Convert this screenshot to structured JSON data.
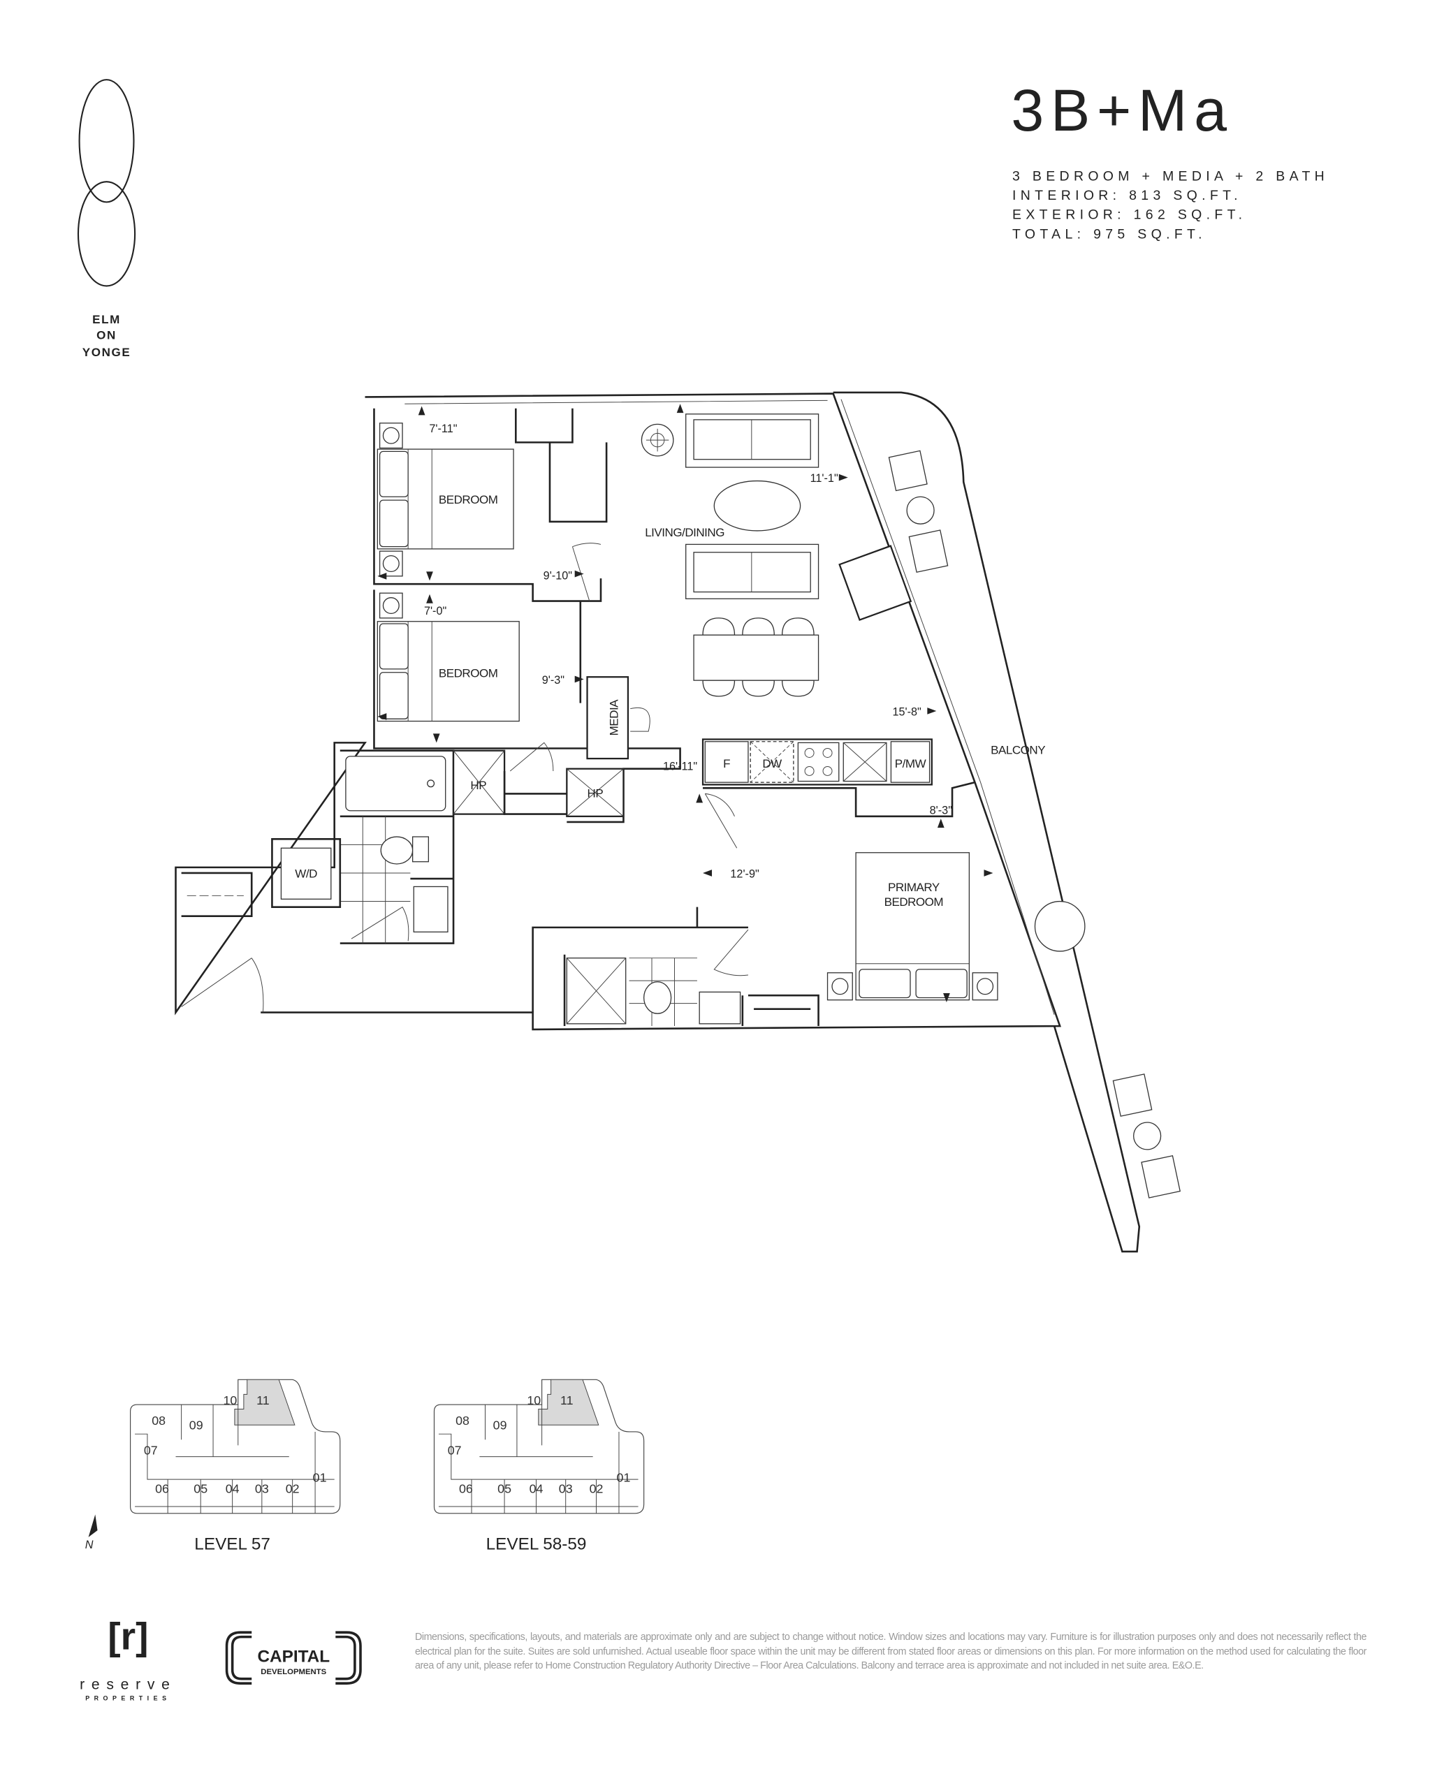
{
  "brand": {
    "logo_numeral": "8",
    "name_lines": [
      "ELM",
      "ON",
      "YONGE"
    ]
  },
  "unit": {
    "title": "3B+Ma",
    "specs": [
      "3 BEDROOM + MEDIA + 2 BATH",
      "INTERIOR: 813 SQ.FT.",
      "EXTERIOR: 162 SQ.FT.",
      "TOTAL: 975 SQ.FT."
    ]
  },
  "floorplan": {
    "rooms": {
      "bedroom_1": "BEDROOM",
      "bedroom_2": "BEDROOM",
      "living_dining": "LIVING/DINING",
      "balcony": "BALCONY",
      "primary_bedroom_line1": "PRIMARY",
      "primary_bedroom_line2": "BEDROOM",
      "media": "MEDIA"
    },
    "fixtures": {
      "hp1": "HP",
      "hp2": "HP",
      "fridge": "F",
      "dishwasher": "DW",
      "pantry_microwave": "P/MW",
      "washer_dryer": "W/D"
    },
    "dimensions": {
      "bedroom1_width": "7'-11\"",
      "bedroom1_depth": "9'-10\"",
      "bedroom2_width": "7'-0\"",
      "bedroom2_depth": "9'-3\"",
      "living_width": "11'-1\"",
      "dining_width": "15'-8\"",
      "living_depth": "16'-11\"",
      "primary_width": "8'-3\"",
      "primary_depth": "12'-9\""
    }
  },
  "keyplans": [
    {
      "label": "LEVEL 57",
      "units": [
        "08",
        "09",
        "10",
        "11",
        "07",
        "06",
        "05",
        "04",
        "03",
        "02",
        "01"
      ],
      "highlighted": "11"
    },
    {
      "label": "LEVEL 58-59",
      "units": [
        "08",
        "09",
        "10",
        "11",
        "07",
        "06",
        "05",
        "04",
        "03",
        "02",
        "01"
      ],
      "highlighted": "11"
    }
  ],
  "north_label": "N",
  "logos": {
    "reserve_mark": "[r]",
    "reserve_name": "reserve",
    "reserve_sub": "PROPERTIES",
    "capital_name": "CAPITAL",
    "capital_sub": "DEVELOPMENTS"
  },
  "disclaimer": "Dimensions, specifications, layouts, and materials are approximate only and are subject to change without notice. Window sizes and locations may vary. Furniture is for illustration purposes only and does not necessarily reflect the electrical plan for the suite. Suites are sold unfurnished. Actual useable floor space within the unit may be different from stated floor areas or dimensions on this plan. For more information on the method used for calculating the floor area of any unit, please refer to Home Construction Regulatory Authority Directive – Floor Area Calculations. Balcony and terrace area is approximate and not included in net suite area. E&O.E.",
  "colors": {
    "ink": "#222222",
    "highlight": "#d9d9d9",
    "disclaimer": "#9a9a9a"
  }
}
